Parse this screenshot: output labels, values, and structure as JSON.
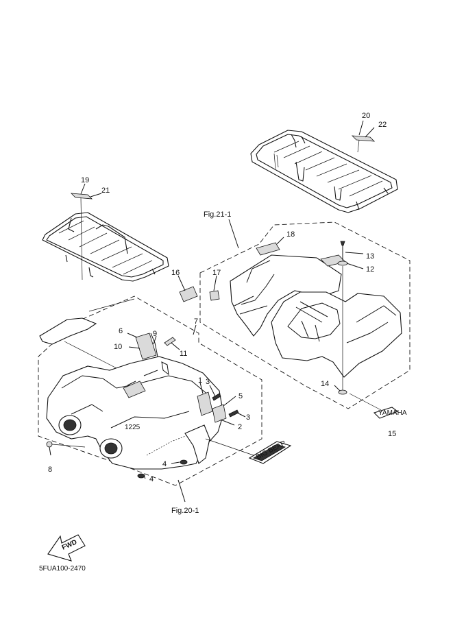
{
  "callouts": [
    "1",
    "2",
    "3",
    "3",
    "4",
    "4",
    "5",
    "6",
    "7",
    "8",
    "9",
    "10",
    "11",
    "12",
    "13",
    "14",
    "15",
    "16",
    "17",
    "18",
    "19",
    "20",
    "21",
    "22"
  ],
  "figure_refs": {
    "front_fender": "Fig.20-1",
    "rear_fender": "Fig.21-1"
  },
  "labels": {
    "fwd": "FWD",
    "big_bear": "BIG BEAR",
    "brand_small": "YAMAHA",
    "fender_text": "1225"
  },
  "drawing_code": "5FUA100-2470"
}
